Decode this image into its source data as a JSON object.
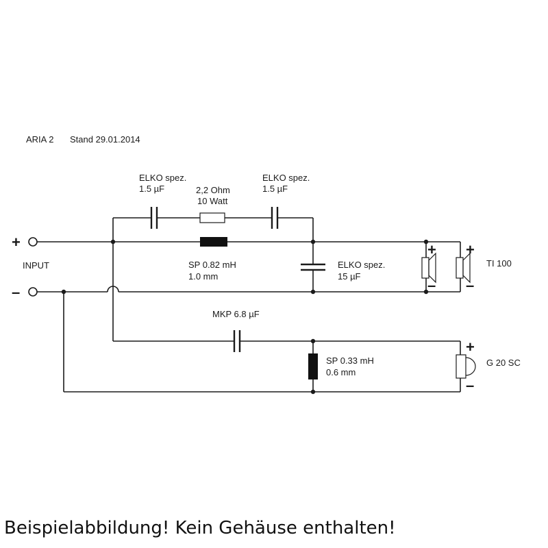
{
  "header": {
    "model": "ARIA 2",
    "revision": "Stand 29.01.2014"
  },
  "input": {
    "label": "INPUT",
    "plus": "+",
    "minus": "–"
  },
  "components": {
    "cap_top_left": {
      "line1": "ELKO spez.",
      "line2": "1.5 µF"
    },
    "resistor": {
      "line1": "2,2 Ohm",
      "line2": "10 Watt"
    },
    "cap_top_right": {
      "line1": "ELKO spez.",
      "line2": "1.5 µF"
    },
    "coil_main": {
      "line1": "SP 0.82 mH",
      "line2": "1.0 mm"
    },
    "cap_shunt": {
      "line1": "ELKO spez.",
      "line2": "15 µF"
    },
    "cap_tweeter": {
      "line1": "MKP 6.8 µF"
    },
    "coil_tweeter": {
      "line1": "SP 0.33 mH",
      "line2": "0.6 mm"
    }
  },
  "drivers": {
    "woofer": {
      "label": "TI 100",
      "plus": "+",
      "minus": "–"
    },
    "tweeter": {
      "label": "G 20 SC",
      "plus": "+",
      "minus": "–"
    }
  },
  "footer": {
    "note": "Beispielabbildung! Kein Gehäuse enthalten!"
  }
}
